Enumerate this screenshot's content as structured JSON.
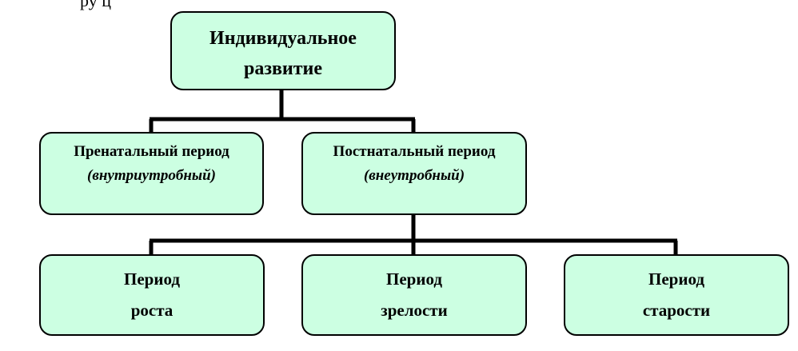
{
  "cropped_top_text": "ру    ц",
  "root": {
    "line1": "Индивидуальное",
    "line2": "развитие"
  },
  "level2": [
    {
      "title": "Пренатальный период",
      "subtitle": "(внутриутробный)"
    },
    {
      "title": "Постнатальный период",
      "subtitle": "(внеутробный)"
    }
  ],
  "level3": [
    {
      "line1": "Период",
      "line2": "роста"
    },
    {
      "line1": "Период",
      "line2": "зрелости"
    },
    {
      "line1": "Период",
      "line2": "старости"
    }
  ],
  "colors": {
    "node_fill": "#ccffe2",
    "border": "#000000",
    "connector": "#000000"
  }
}
